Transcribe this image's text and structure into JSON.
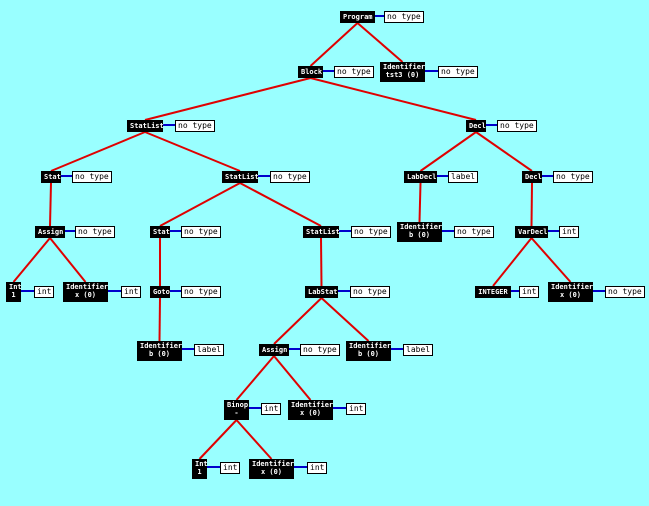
{
  "colors": {
    "background": "#99ffff",
    "tree_edge": "#e00000",
    "type_edge": "#0000cc"
  },
  "nodes": [
    {
      "id": "program",
      "label": "Program",
      "type": "no type"
    },
    {
      "id": "block",
      "label": "Block",
      "type": "no type"
    },
    {
      "id": "id_test",
      "label": "Identifier\ntst3 (0)",
      "type": "no type"
    },
    {
      "id": "statlist1",
      "label": "StatList",
      "type": "no type"
    },
    {
      "id": "decl1",
      "label": "Decl",
      "type": "no type"
    },
    {
      "id": "stat1",
      "label": "Stat",
      "type": "no type"
    },
    {
      "id": "statlist2",
      "label": "StatList",
      "type": "no type"
    },
    {
      "id": "labdecl",
      "label": "LabDecl",
      "type": "label"
    },
    {
      "id": "decl2",
      "label": "Decl",
      "type": "no type"
    },
    {
      "id": "assign1",
      "label": "Assign",
      "type": "no type"
    },
    {
      "id": "stat2",
      "label": "Stat",
      "type": "no type"
    },
    {
      "id": "statlist3",
      "label": "StatList",
      "type": "no type"
    },
    {
      "id": "id_b1",
      "label": "Identifier\nb (0)",
      "type": "no type"
    },
    {
      "id": "vardecl",
      "label": "VarDecl",
      "type": "int"
    },
    {
      "id": "int1",
      "label": "Int\n1",
      "type": "int"
    },
    {
      "id": "id_x1",
      "label": "Identifier\nx (0)",
      "type": "int"
    },
    {
      "id": "goto",
      "label": "Goto",
      "type": "no type"
    },
    {
      "id": "labstat",
      "label": "LabStat",
      "type": "no type"
    },
    {
      "id": "integer",
      "label": "INTEGER",
      "type": "int"
    },
    {
      "id": "id_x2",
      "label": "Identifier\nx (0)",
      "type": "no type"
    },
    {
      "id": "id_b2",
      "label": "Identifier\nb (0)",
      "type": "label"
    },
    {
      "id": "assign2",
      "label": "Assign",
      "type": "no type"
    },
    {
      "id": "id_b3",
      "label": "Identifier\nb (0)",
      "type": "label"
    },
    {
      "id": "binop",
      "label": "Binop\n-",
      "type": "int"
    },
    {
      "id": "id_x3",
      "label": "Identifier\nx (0)",
      "type": "int"
    },
    {
      "id": "int2",
      "label": "Int\n1",
      "type": "int"
    },
    {
      "id": "id_x4",
      "label": "Identifier\nx (0)",
      "type": "int"
    }
  ],
  "edges": [
    [
      "program",
      "block"
    ],
    [
      "program",
      "id_test"
    ],
    [
      "block",
      "statlist1"
    ],
    [
      "block",
      "decl1"
    ],
    [
      "statlist1",
      "stat1"
    ],
    [
      "statlist1",
      "statlist2"
    ],
    [
      "decl1",
      "labdecl"
    ],
    [
      "decl1",
      "decl2"
    ],
    [
      "stat1",
      "assign1"
    ],
    [
      "statlist2",
      "stat2"
    ],
    [
      "statlist2",
      "statlist3"
    ],
    [
      "labdecl",
      "id_b1"
    ],
    [
      "decl2",
      "vardecl"
    ],
    [
      "assign1",
      "int1"
    ],
    [
      "assign1",
      "id_x1"
    ],
    [
      "stat2",
      "goto"
    ],
    [
      "statlist3",
      "labstat"
    ],
    [
      "vardecl",
      "integer"
    ],
    [
      "vardecl",
      "id_x2"
    ],
    [
      "goto",
      "id_b2"
    ],
    [
      "labstat",
      "assign2"
    ],
    [
      "labstat",
      "id_b3"
    ],
    [
      "assign2",
      "binop"
    ],
    [
      "assign2",
      "id_x3"
    ],
    [
      "binop",
      "int2"
    ],
    [
      "binop",
      "id_x4"
    ]
  ]
}
